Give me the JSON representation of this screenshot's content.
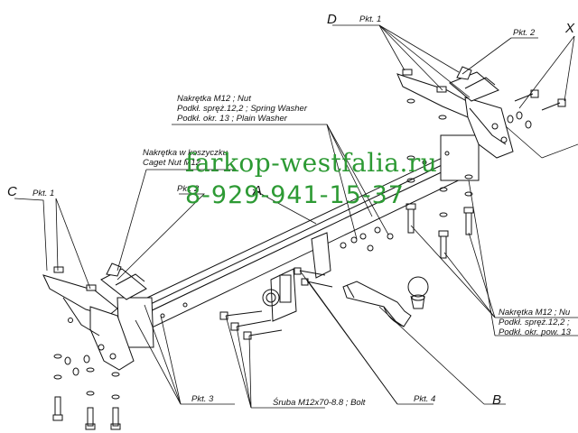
{
  "labels": {
    "C": "C",
    "D": "D",
    "A": "A",
    "B": "B",
    "X": "X",
    "pkt1_left": "Pkt. 1",
    "pkt1_top": "Pkt. 1",
    "pkt2_top": "Pkt. 2",
    "pkt2_mid": "Pkt. 2",
    "pkt3": "Pkt. 3",
    "pkt4": "Pkt. 4",
    "nut_line1": "Nakrętka  M12 ; Nut",
    "nut_line2": "Podkł. spręż.12,2 ; Spring Washer",
    "nut_line3": "Podkł. okr. 13 ; Plain Washer",
    "cage_line1": "Nakrętka w koszyczku",
    "cage_line2": "Caget Nut M12",
    "bolt": "Śruba M12x70-8.8 ; Bolt",
    "right_line1": "Nakrętka  M12 ; Nu",
    "right_line2": "Podkł. spręż.12,2 ;",
    "right_line3": "Podkł. okr. pow. 13"
  },
  "watermark": {
    "site": "farkop-westfalia.ru",
    "phone": "8-929-941-15-37",
    "color": "#2d9a34"
  },
  "colors": {
    "line": "#111111",
    "background": "#ffffff"
  }
}
